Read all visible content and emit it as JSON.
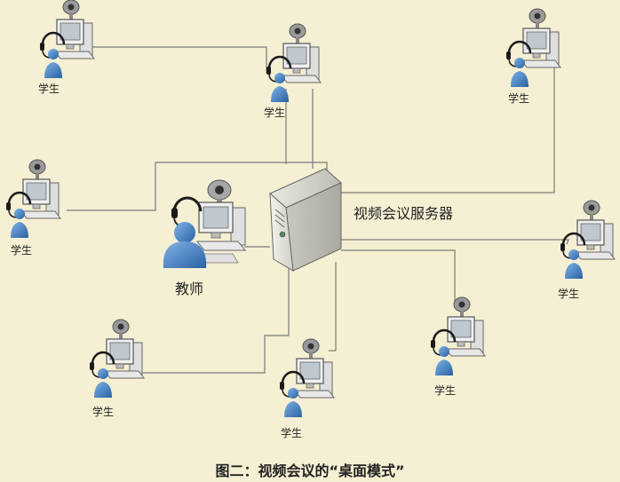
{
  "server_label": "视频会议服务器",
  "teacher_label": "教师",
  "caption": "图二：视频会议的“桌面模式”",
  "students": [
    {
      "label": "学生"
    },
    {
      "label": "学生"
    },
    {
      "label": "学生"
    },
    {
      "label": "学生"
    },
    {
      "label": "学生"
    },
    {
      "label": "学生"
    },
    {
      "label": "学生"
    },
    {
      "label": "学生"
    }
  ],
  "colors": {
    "background": "#f5efd3",
    "connection_line": "#7a7a7a",
    "person": "#2f6fb0",
    "headset": "#1a1a1a",
    "computer": "#e9e9e9"
  }
}
